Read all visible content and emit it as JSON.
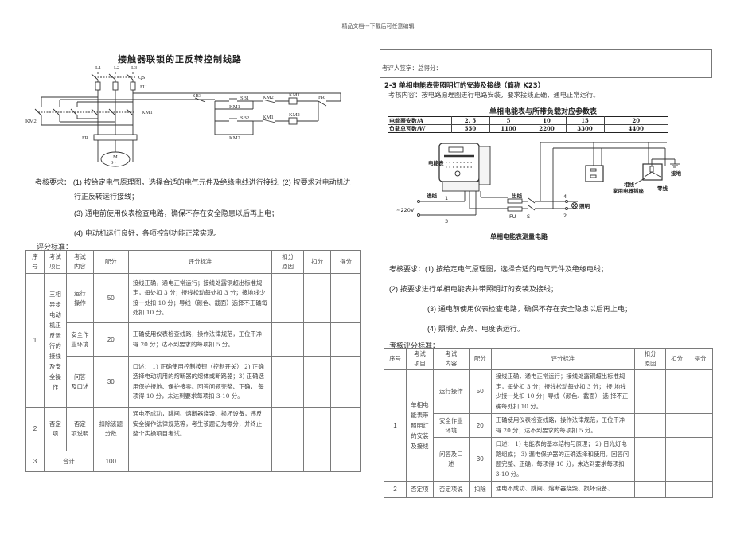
{
  "header": {
    "text": "精品文档---下载后可任意编辑"
  },
  "left": {
    "circuit": {
      "title": "接触器联锁的正反转控制线路",
      "labels": {
        "L1": "L1",
        "L2": "L2",
        "L3": "L3",
        "QS": "QS",
        "FU": "FU",
        "KM1": "KM1",
        "KM2": "KM2",
        "FR": "FR",
        "M": "M",
        "motor_phase": "3~",
        "SB1": "SB1",
        "SB2": "SB2",
        "SB3": "SB3"
      }
    },
    "requirements": {
      "label": "考核要求：",
      "items": [
        {
          "num": "(1)",
          "text": "按给定电气原理图，选择合适的电气元件及绝缘电线进行接线;"
        },
        {
          "num": "(2)",
          "text": "按要求对电动机进"
        },
        {
          "num": "",
          "text": "行正反转运行接线；"
        },
        {
          "num": "(3)",
          "text": "通电前使用仪表检查电路，确保不存在安全隐患以后再上电；"
        },
        {
          "num": "(4)",
          "text": "电动机运行良好，各项控制功能正常实现。"
        }
      ]
    },
    "score_label": "评分标准：",
    "table": {
      "headers": [
        "序号",
        "考试项目",
        "考试内容",
        "配分",
        "评分标准",
        "扣分原因",
        "扣分",
        "得分"
      ],
      "header_lines": [
        [
          "序",
          "号"
        ],
        [
          "考试",
          "项目"
        ],
        [
          "考试",
          "内容"
        ],
        [
          "配分"
        ],
        [
          "评分标准"
        ],
        [
          "扣分",
          "原因"
        ],
        [
          "扣分"
        ],
        [
          "得分"
        ]
      ],
      "rows": [
        {
          "seq": "1",
          "item": "三相异步电动机正反运行的接线及安全操作",
          "item_lines": [
            "三相",
            "异步",
            "电动",
            "机正",
            "反运",
            "行的",
            "接线",
            "及安",
            "全操",
            "作"
          ],
          "subs": [
            {
              "content_lines": [
                "运行",
                "操作"
              ],
              "score": "50",
              "criteria": "接线正确，通电正常运行；接线处露铜超出标准规定，每处扣 3 分；接线松动每处扣 3 分；接地线少接一处扣  10 分；导线（颜色、截面）选择不正确每处扣  10 分。"
            },
            {
              "content_lines": [
                "安全作",
                "业环境"
              ],
              "score": "20",
              "criteria": "正确使用仪表检查线路，操作法律规范，工位干净得 20 分；达不到要求的每项扣 5 分。"
            },
            {
              "content_lines": [
                "问答",
                "及口述"
              ],
              "score": "30",
              "criteria": "口述： 1) 正确使用控制按钮（控制开关） 2) 正确选择电动机用的熔断器的熔体或断路器；3) 正确选用保护接地、保护接零。回答问题完整、正确， 每项得 10 分，未达到要求每项扣 3-10 分。"
            }
          ]
        },
        {
          "seq": "2",
          "item_lines": [
            "否定",
            "项"
          ],
          "content_lines": [
            "否定",
            "项说明"
          ],
          "score_lines": [
            "扣除该题",
            "分数"
          ],
          "criteria": "通电不成功，跳闸、熔断器烧毁、损坏设备，违反安全操作法律规范等，考生该题记为零分，并终止整个实操项目考试。"
        },
        {
          "seq": "3",
          "item": "合计",
          "score": "100"
        }
      ]
    }
  },
  "right": {
    "signature": "考评人签字：总得分：",
    "section_title": "2-3  单相电能表带照明灯的安装及接线（简称  K23）",
    "content": "考核内容：按电路原理图进行电路安装，要求接线正确，通电正常运行。",
    "param_table": {
      "title": "单相电能表与所带负载对应参数表",
      "rows": [
        {
          "label": "电能表安数/A",
          "values": [
            "2. 5",
            "5",
            "10",
            "15",
            "20"
          ]
        },
        {
          "label": "负载总瓦数/W",
          "values": [
            "550",
            "1100",
            "2200",
            "3300",
            "4400"
          ]
        }
      ]
    },
    "diagram": {
      "title": "单相电能表测量电路",
      "labels": {
        "meter": "电能表",
        "incoming": "进线",
        "voltage": "~220V",
        "outgoing": "出线",
        "fu": "FU",
        "s": "S",
        "n1": "1",
        "n2": "2",
        "n3": "3",
        "n4": "4",
        "lighting": "照明",
        "socket": "家用电器插座",
        "phase": "相线",
        "neutral": "零线",
        "ground": "接地"
      }
    },
    "requirements": {
      "label": "考核要求：",
      "items": [
        {
          "num": "(1)",
          "text": "按给定电气原理图，选择合适的电气元件及绝缘电线；"
        },
        {
          "num": "(2)",
          "text": "按要求进行单相电能表并带照明灯的安装及接线；"
        },
        {
          "num": "(3)",
          "text": "通电前使用仪表检查电路，确保不存在安全隐患以后再上电；"
        },
        {
          "num": "(4)",
          "text": "照明灯点亮、电度表运行。"
        }
      ]
    },
    "score_label": "考核评分标准：",
    "table": {
      "header_lines": [
        [
          "序号"
        ],
        [
          "考试",
          "项目"
        ],
        [
          "考试",
          "内容"
        ],
        [
          "配分"
        ],
        [
          "评分标准"
        ],
        [
          "扣分",
          "原因"
        ],
        [
          "扣分"
        ],
        [
          "得分"
        ]
      ],
      "rows": [
        {
          "seq": "1",
          "item_lines": [
            "单相电",
            "能表带",
            "照明灯",
            "的安装",
            "及接线"
          ],
          "subs": [
            {
              "content": "运行操作",
              "score": "50",
              "criteria": "接线正确，通电正常运行；接线处露铜超出标准规定，每处扣 3 分；接线松动每处扣 3 分； 接 地线少接一处扣 10 分；导线（颜色、截面） 选 择不正确每处扣 10 分。"
            },
            {
              "content_lines": [
                "安全作业",
                "环境"
              ],
              "score": "20",
              "criteria": "正确使用仪表检查线路，操作法律规范，工位干净得 20 分；达不到要求的每项扣 5 分。"
            },
            {
              "content_lines": [
                "问答及口",
                "述"
              ],
              "score": "30",
              "criteria": "口述： 1) 电能表的基本结构与原理； 2) 日光灯电路组成； 3) 漏电保护器的正确选择和使用。回答问题完整、正确，每项得 10 分，未达到要求每项扣 3-10 分。"
            }
          ]
        },
        {
          "seq": "2",
          "item": "否定项",
          "content": "否定项说",
          "score": "扣除",
          "criteria": "通电不成功、跳闸、熔断器烧毁、损坏设备、"
        }
      ]
    }
  }
}
